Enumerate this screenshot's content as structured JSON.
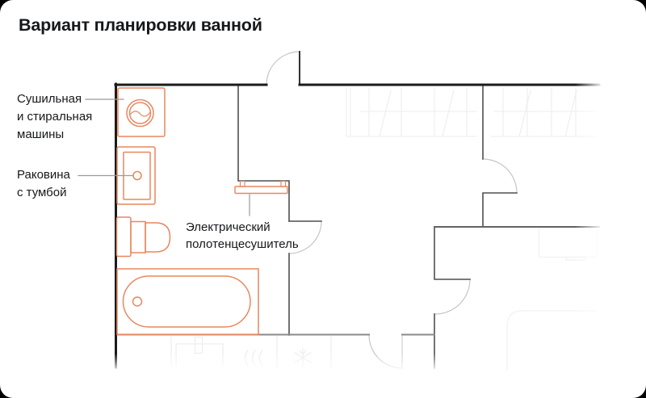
{
  "page": {
    "background": "#000000"
  },
  "card": {
    "background": "#ffffff",
    "title": "Вариант планировки ванной"
  },
  "annotations": {
    "washer": {
      "full": "Сушильная и стиральная машины",
      "lines": [
        "Сушильная",
        "и стиральная",
        "машины"
      ]
    },
    "sink": {
      "full": "Раковина с тумбой",
      "lines": [
        "Раковина",
        "с тумбой"
      ]
    },
    "towel": {
      "full": "Электрический полотенцесушитель",
      "lines": [
        "Электрический",
        "полотенцесушитель"
      ]
    }
  },
  "colors": {
    "fixture_orange": "#e8875f",
    "wall_black": "#1b1b1b",
    "wall_gray": "#4f4f4f",
    "floor_wall_gray": "#8a8a8a",
    "door_arc_gray": "#c6c6c6",
    "leader_gray": "#9a9a9a",
    "faint_gray": "#ededed",
    "faint_lighter": "#f2f2f2",
    "text": "#16181a"
  }
}
